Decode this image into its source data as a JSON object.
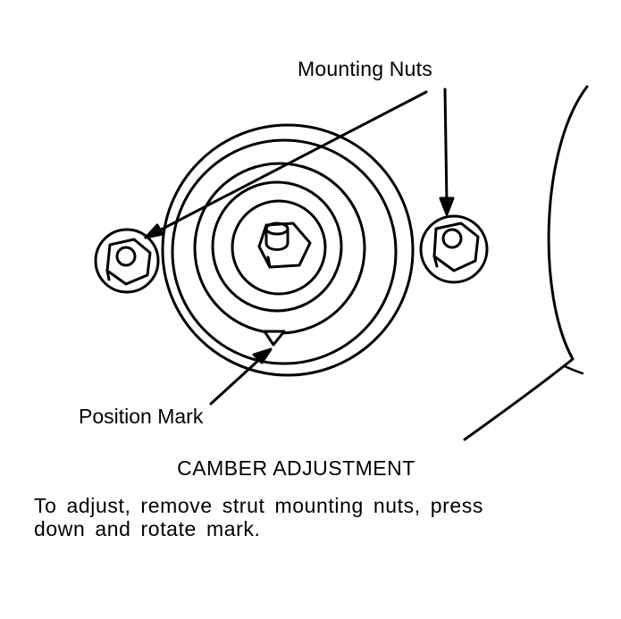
{
  "labels": {
    "mounting_nuts": "Mounting Nuts",
    "position_mark": "Position Mark"
  },
  "figure": {
    "title": "CAMBER ADJUSTMENT",
    "caption": "To adjust, remove strut mounting nuts, press\ndown and rotate mark."
  },
  "colors": {
    "ink": "#000000",
    "paper": "#ffffff"
  }
}
